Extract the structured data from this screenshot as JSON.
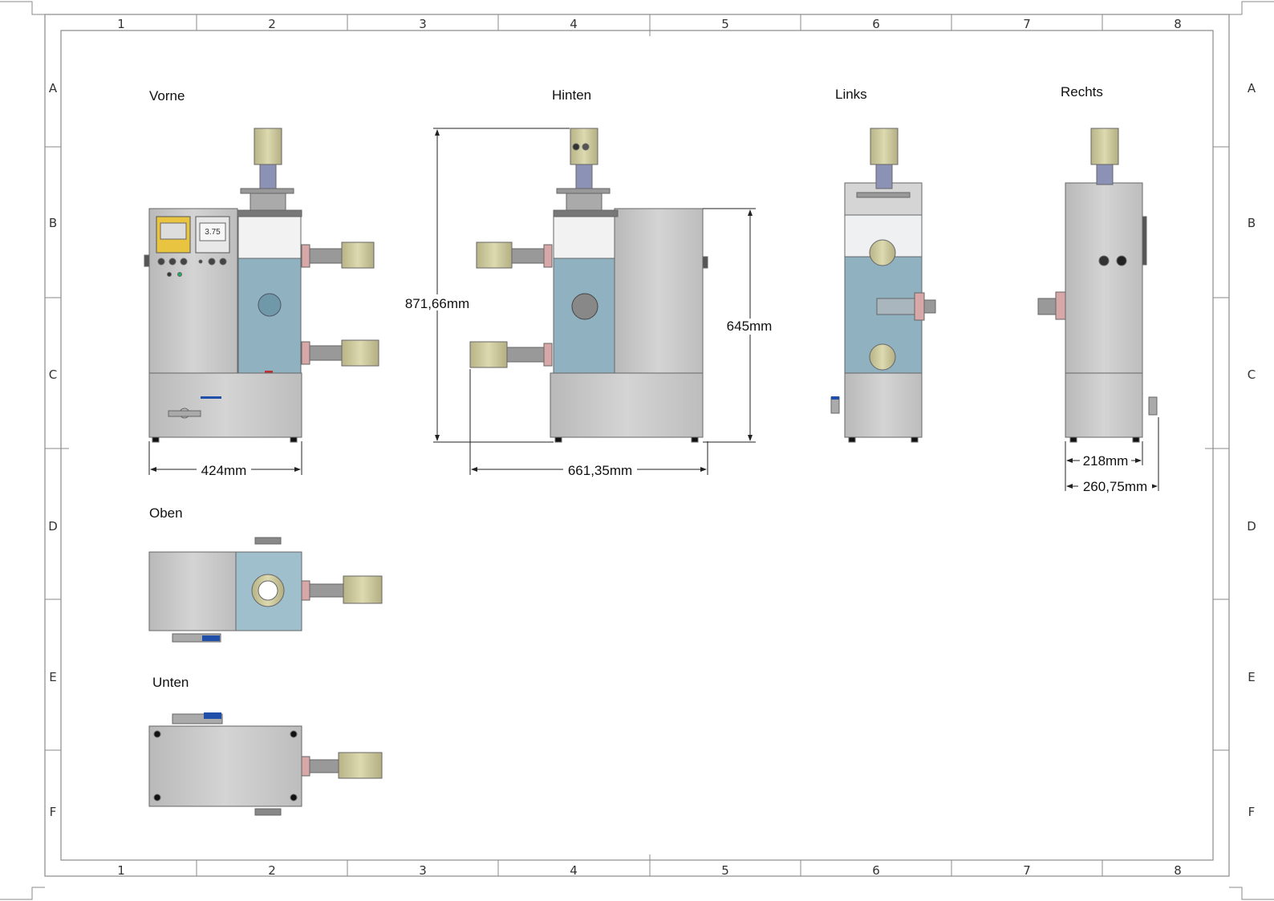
{
  "grid": {
    "columns": [
      "1",
      "2",
      "3",
      "4",
      "5",
      "6",
      "7",
      "8"
    ],
    "rows": [
      "A",
      "B",
      "C",
      "D",
      "E",
      "F"
    ]
  },
  "views": {
    "front": "Vorne",
    "back": "Hinten",
    "left": "Links",
    "right": "Rechts",
    "top": "Oben",
    "bottom": "Unten"
  },
  "dimensions": {
    "front_width": "424mm",
    "total_height": "871,66mm",
    "back_width": "661,35mm",
    "body_height": "645mm",
    "right_width": "218mm",
    "right_total_width": "260,75mm"
  },
  "controller": {
    "display_value": "3.75"
  },
  "colors": {
    "frame": "#8a8a8a",
    "steel": "#c9c9c9",
    "water": "#8fb1c0",
    "sensor": "#c9c59a",
    "valve_blue": "#1f4fa8"
  }
}
